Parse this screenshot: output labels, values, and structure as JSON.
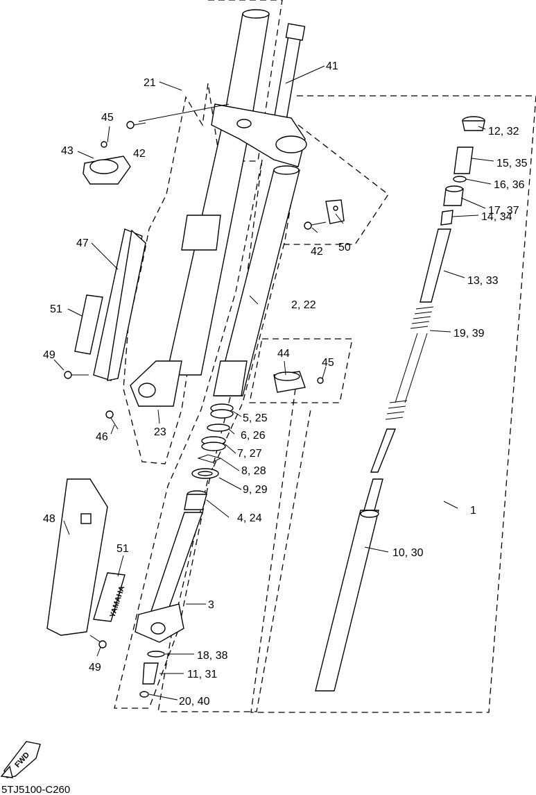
{
  "diagram_code": "5TJ5100-C260",
  "fwd_label": "FWD",
  "callouts": {
    "c1": "1",
    "c2_22": "2, 22",
    "c3": "3",
    "c4_24": "4, 24",
    "c5_25": "5, 25",
    "c6_26": "6, 26",
    "c7_27": "7, 27",
    "c8_28": "8, 28",
    "c9_29": "9, 29",
    "c10_30": "10, 30",
    "c11_31": "11, 31",
    "c12_32": "12, 32",
    "c13_33": "13, 33",
    "c14_34": "14, 34",
    "c15_35": "15, 35",
    "c16_36": "16, 36",
    "c17_37": "17, 37",
    "c18_38": "18, 38",
    "c19_39": "19, 39",
    "c20_40": "20, 40",
    "c21": "21",
    "c23": "23",
    "c41": "41",
    "c42a": "42",
    "c42b": "42",
    "c43": "43",
    "c44": "44",
    "c45a": "45",
    "c45b": "45",
    "c46": "46",
    "c47": "47",
    "c48": "48",
    "c49a": "49",
    "c49b": "49",
    "c50": "50",
    "c51a": "51",
    "c51b": "51"
  },
  "decal_text": "YAMAHA"
}
